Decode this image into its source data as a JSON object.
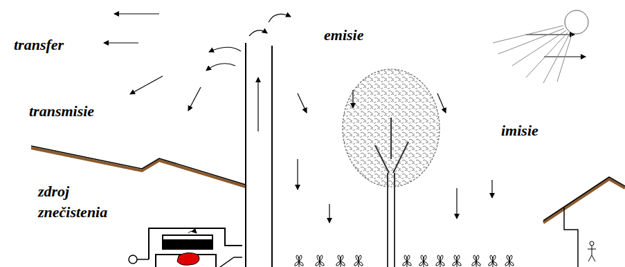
{
  "diagram": {
    "labels": [
      "transfer",
      "emisie",
      "transmisie",
      "imisie",
      "zdroj znečistenia"
    ]
  }
}
